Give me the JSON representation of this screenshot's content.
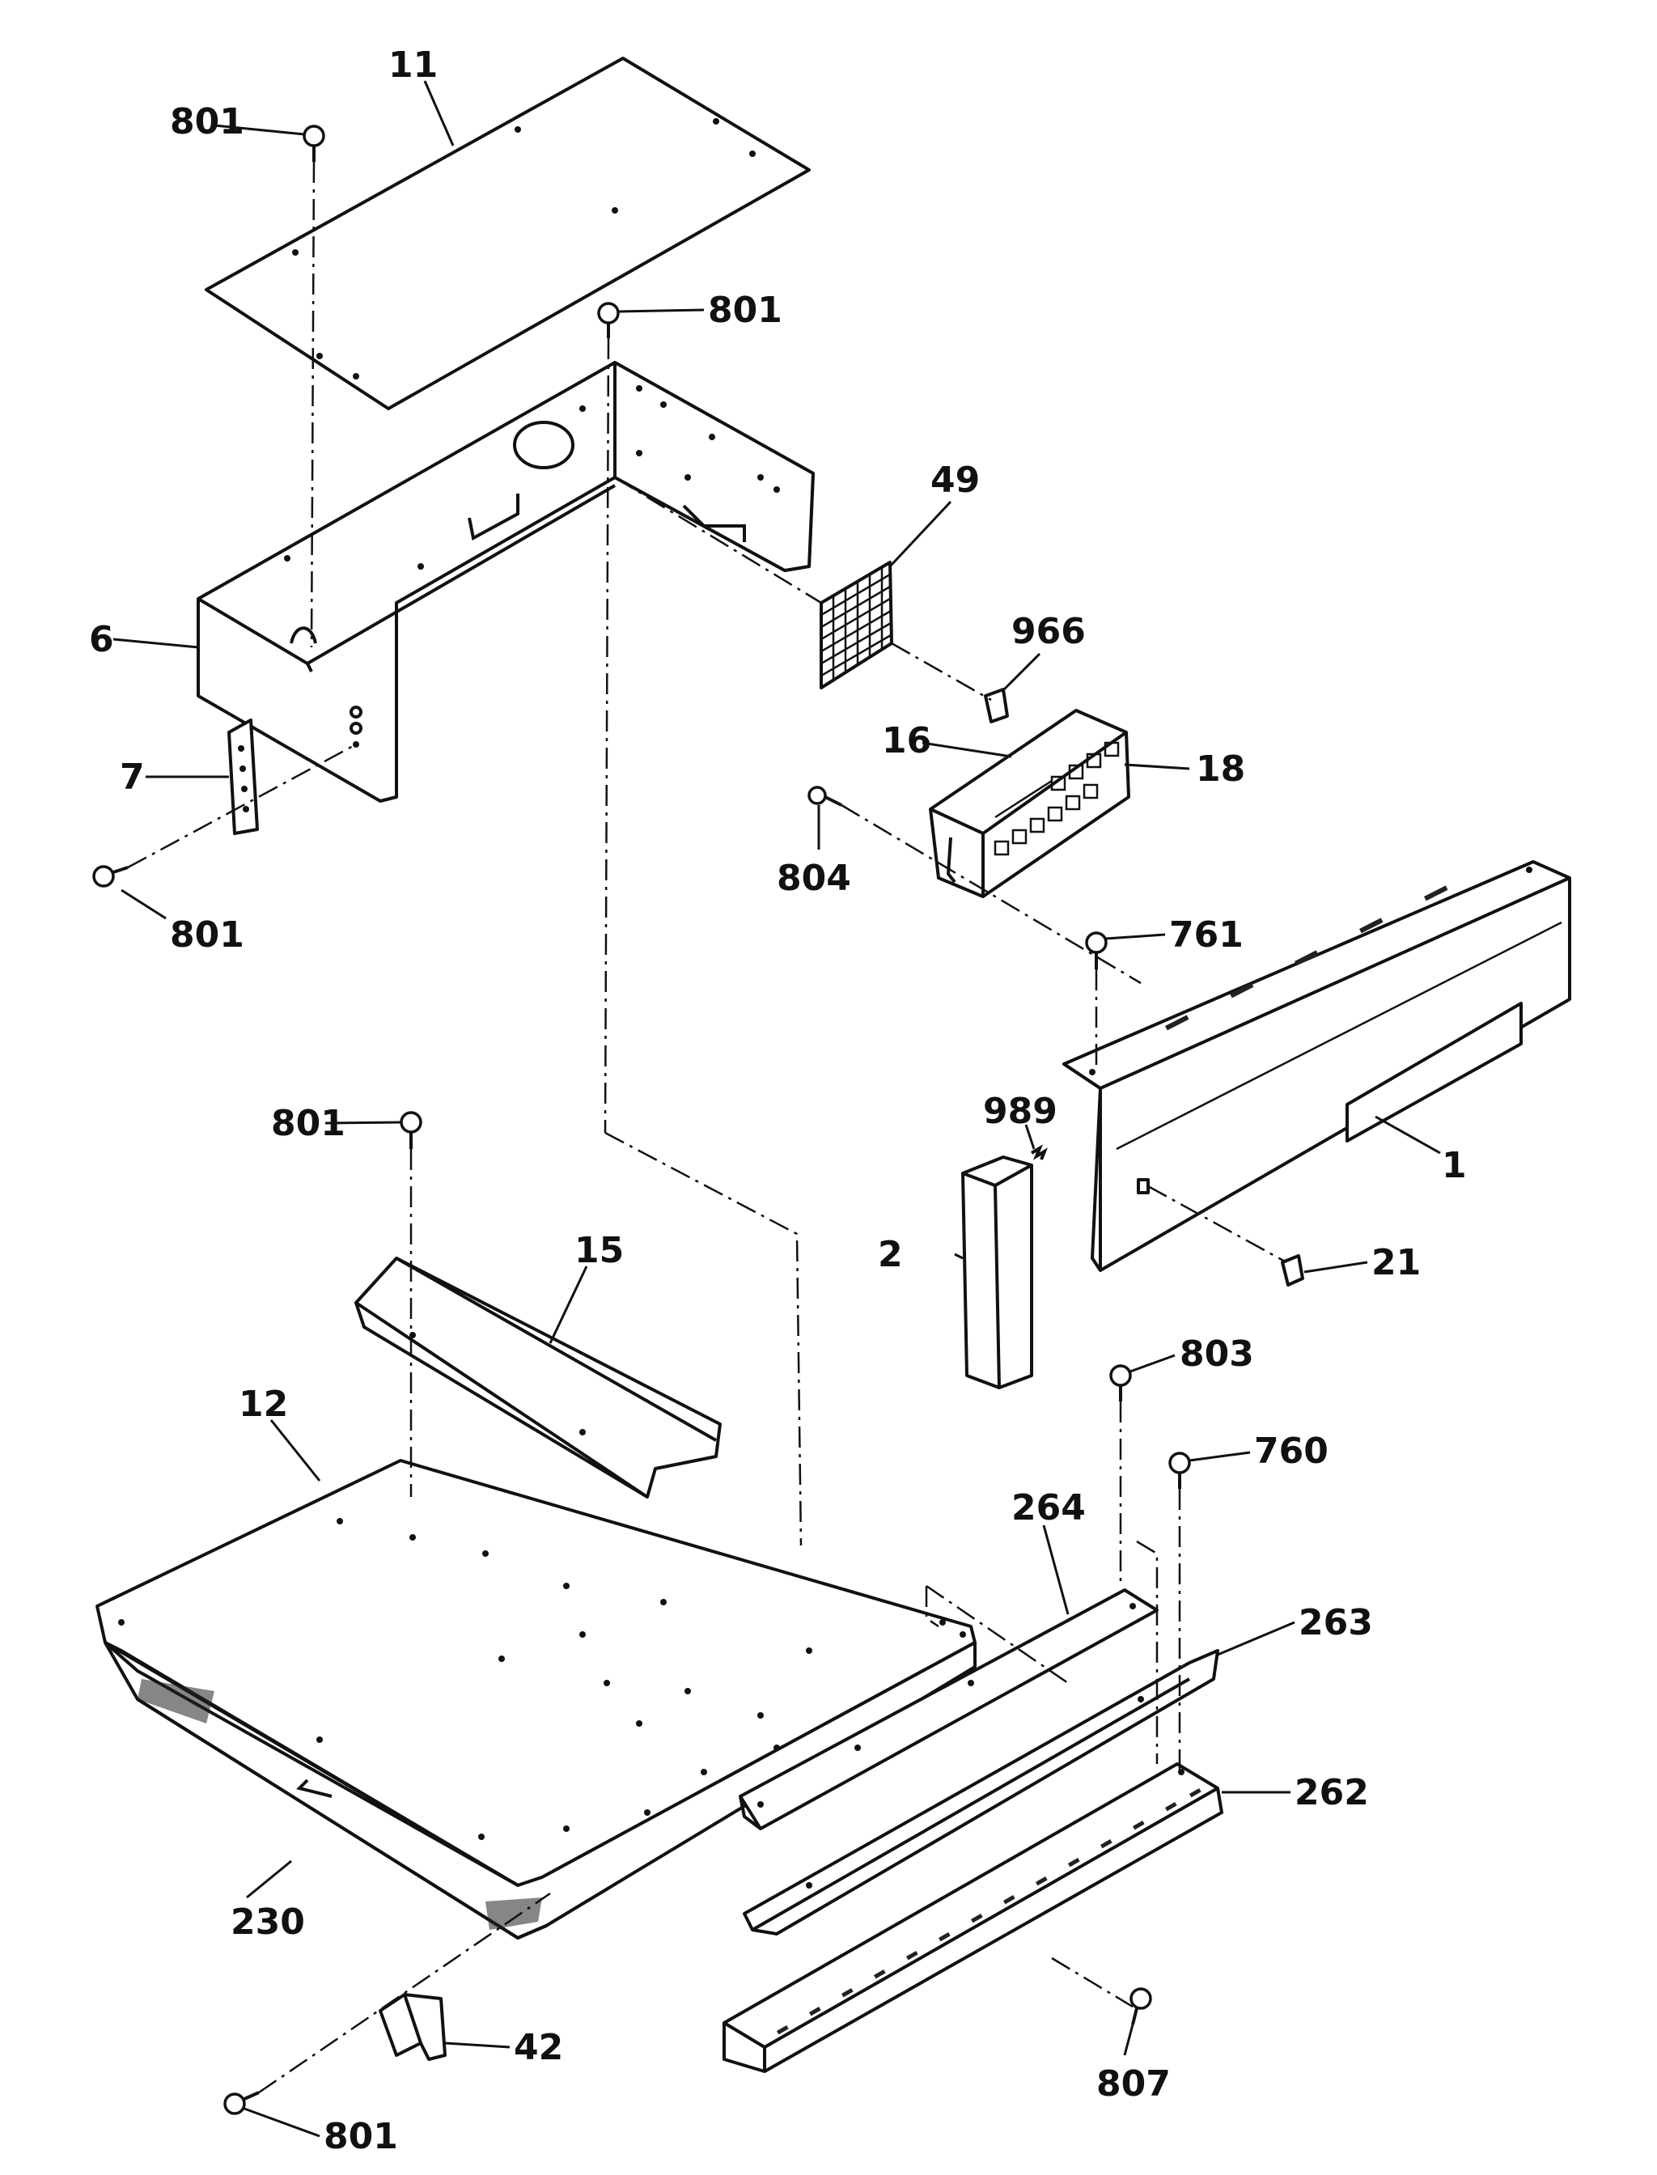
{
  "labels": {
    "p11": "11",
    "p801_a": "801",
    "p801_b": "801",
    "p801_c": "801",
    "p801_d": "801",
    "p801_e": "801",
    "p49": "49",
    "p966": "966",
    "p6": "6",
    "p7": "7",
    "p16": "16",
    "p18": "18",
    "p804": "804",
    "p761": "761",
    "p989": "989",
    "p1": "1",
    "p2": "2",
    "p21": "21",
    "p15": "15",
    "p12": "12",
    "p803": "803",
    "p760": "760",
    "p264": "264",
    "p263": "263",
    "p262": "262",
    "p230": "230",
    "p42": "42",
    "p807": "807"
  }
}
